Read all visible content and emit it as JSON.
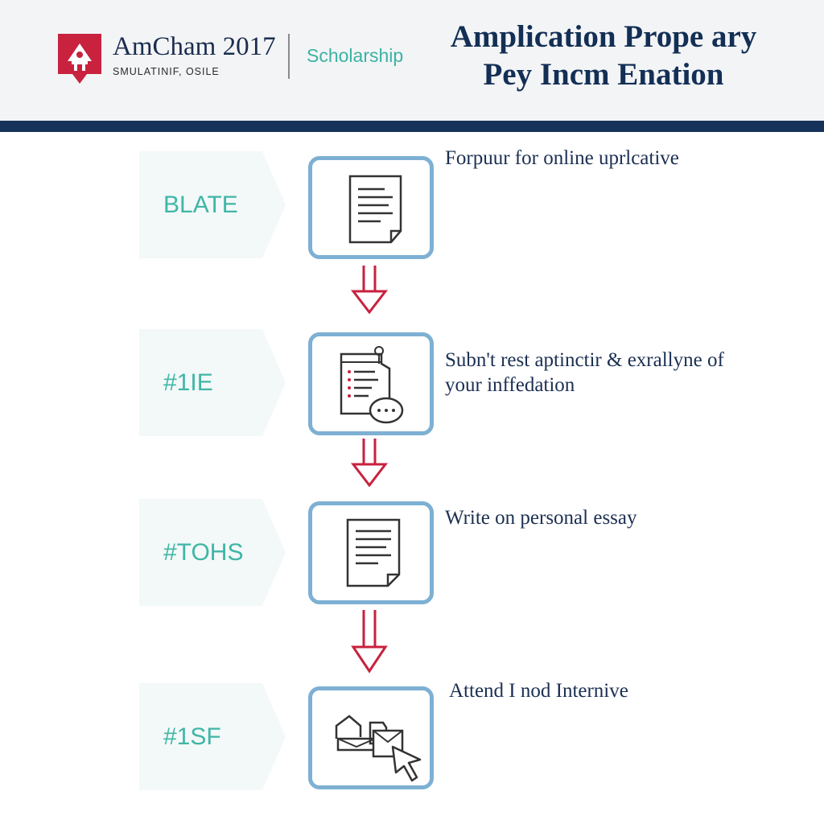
{
  "header": {
    "org_name": "AmCham 2017",
    "org_subtitle": "SMULATINIF, OSILE",
    "program": "Scholarship",
    "title_line1": "Amplication Prope ary",
    "title_line2": "Pey Incm Enation"
  },
  "steps": [
    {
      "tag": "BLATE",
      "text": "Forpuur for online uprlcative",
      "icon": "document-icon"
    },
    {
      "tag": "#1IE",
      "text_line1": "Subn't rest aptinctir & exrallyne of",
      "text_line2": "your inffedation",
      "icon": "form-checklist-icon"
    },
    {
      "tag": "#TOHS",
      "text": "Write on personal essay",
      "icon": "essay-document-icon"
    },
    {
      "tag": "#1SF",
      "text": "Attend I nod Internive",
      "icon": "interview-cursor-icon"
    }
  ],
  "colors": {
    "navy": "#132f55",
    "teal": "#3fb6a6",
    "box_border": "#7db0d3",
    "arrow_red": "#c8223f",
    "logo_red": "#c8223f"
  }
}
